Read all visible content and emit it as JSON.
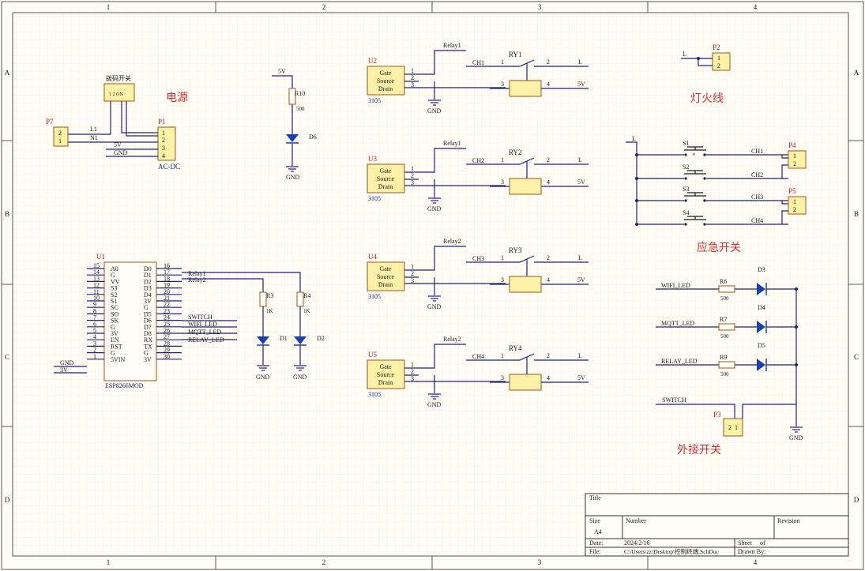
{
  "border": {
    "cols": [
      "1",
      "2",
      "3",
      "4"
    ],
    "rows": [
      "A",
      "B",
      "C",
      "D"
    ]
  },
  "title_block": {
    "title_label": "Title",
    "size_label": "Size",
    "size_value": "A4",
    "number_label": "Number",
    "revision_label": "Revision",
    "date_label": "Date:",
    "date_value": "2024/2/16",
    "sheet_label": "Sheet",
    "of_label": "of",
    "file_label": "File:",
    "file_value": "C:\\Users\\zz\\Desktop\\控制终端.SchDoc",
    "drawn_label": "Drawn By:"
  },
  "power": {
    "section_label": "电源",
    "switch_label": "拨码开关",
    "switch_body": "1 2 ON",
    "p7": "P7",
    "p7_pins": [
      "2",
      "1"
    ],
    "p1": "P1",
    "p1_pins": [
      "1",
      "2",
      "3",
      "4"
    ],
    "p1_value": "AC-DC",
    "nets": [
      "L1",
      "N1",
      "5V",
      "GND"
    ]
  },
  "led_d6": {
    "net_5v": "5V",
    "r_ref": "R10",
    "r_value": "500",
    "d_ref": "D6",
    "gnd": "GND"
  },
  "esp": {
    "ref": "U1",
    "value": "ESP8266MOD",
    "left_pins": [
      "15",
      "14",
      "13",
      "12",
      "11",
      "10",
      "9",
      "8",
      "7",
      "6",
      "5",
      "4",
      "3",
      "2",
      "1"
    ],
    "left_names": [
      "A0",
      "G",
      "VV",
      "S3",
      "S2",
      "S1",
      "SC",
      "SO",
      "SK",
      "G",
      "3V",
      "EN",
      "RST",
      "G",
      "5VIN"
    ],
    "right_pins": [
      "16",
      "17",
      "18",
      "19",
      "20",
      "21",
      "22",
      "23",
      "24",
      "25",
      "26",
      "27",
      "28",
      "29",
      "30"
    ],
    "right_names": [
      "D0",
      "D1",
      "D2",
      "D3",
      "D4",
      "3V",
      "G",
      "D5",
      "D6",
      "D7",
      "D8",
      "RX",
      "TX",
      "G",
      "3V"
    ],
    "nets_right": [
      "Relay1",
      "Relay2",
      "SWITCH",
      "WIFI_LED",
      "MQTT_LED",
      "RELAY_LED"
    ],
    "nets_left": [
      "GND",
      "3V"
    ]
  },
  "esp_leds": {
    "r3": "R3",
    "r3_value": "1K",
    "r4": "R4",
    "r4_value": "1K",
    "d1": "D1",
    "d2": "D2",
    "gnd": "GND"
  },
  "relays": [
    {
      "u": "U2",
      "uval": "3105",
      "relay_net": "Relay1",
      "ry": "RY1",
      "ch": "CH1"
    },
    {
      "u": "U3",
      "uval": "3105",
      "relay_net": "Relay1",
      "ry": "RY2",
      "ch": "CH2"
    },
    {
      "u": "U4",
      "uval": "3105",
      "relay_net": "Relay2",
      "ry": "RY3",
      "ch": "CH3"
    },
    {
      "u": "U5",
      "uval": "3105",
      "relay_net": "Relay2",
      "ry": "RY4",
      "ch": "CH4"
    }
  ],
  "mosfet_body": [
    "Gate",
    "Source",
    "Drain"
  ],
  "relay_common": {
    "l": "L",
    "v5": "5V",
    "gnd": "GND",
    "pins": [
      "1",
      "2",
      "3",
      "4"
    ],
    "mos_pins": [
      "1",
      "2",
      "3"
    ]
  },
  "fire": {
    "section_label": "灯火线",
    "p2": "P2",
    "pins": [
      "1",
      "2"
    ],
    "net": "L"
  },
  "emergency": {
    "section_label": "应急开关",
    "net": "L",
    "switches": [
      "S1",
      "S2",
      "S3",
      "S4"
    ],
    "channels": [
      "CH1",
      "CH2",
      "CH3",
      "CH4"
    ],
    "p4": "P4",
    "p5": "P5",
    "pins": [
      "1",
      "2"
    ]
  },
  "status": {
    "section_label": "外接开关",
    "rows": [
      {
        "net": "WIFI_LED",
        "r": "R6",
        "rv": "500",
        "d": "D3"
      },
      {
        "net": "MQTT_LED",
        "r": "R7",
        "rv": "500",
        "d": "D4"
      },
      {
        "net": "RELAY_LED",
        "r": "R9",
        "rv": "500",
        "d": "D5"
      }
    ],
    "switch_net": "SWITCH",
    "p3": "P3",
    "p3_pins": [
      "2",
      "1"
    ],
    "gnd": "GND"
  }
}
